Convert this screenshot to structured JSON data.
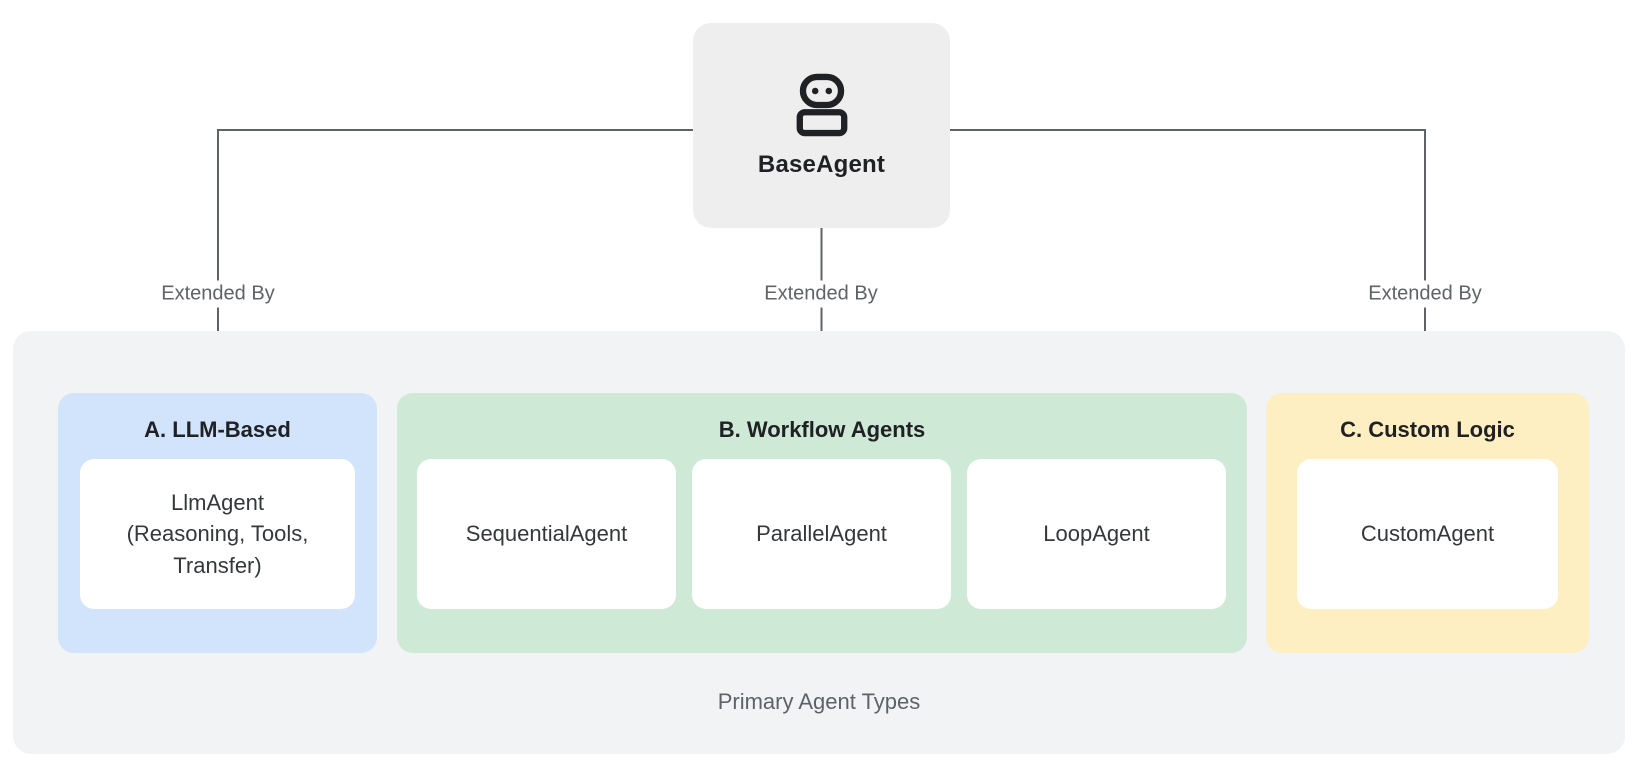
{
  "diagram": {
    "root": {
      "label": "BaseAgent",
      "icon": "robot-icon"
    },
    "edges": [
      {
        "label": "Extended By",
        "target": "A. LLM-Based"
      },
      {
        "label": "Extended By",
        "target": "B. Workflow Agents"
      },
      {
        "label": "Extended By",
        "target": "C. Custom Logic"
      }
    ],
    "container": {
      "caption": "Primary Agent Types",
      "groups": [
        {
          "title": "A. LLM-Based",
          "color": "#d2e3fc",
          "items": [
            "LlmAgent\n(Reasoning, Tools,\nTransfer)"
          ]
        },
        {
          "title": "B. Workflow Agents",
          "color": "#ceead6",
          "items": [
            "SequentialAgent",
            "ParallelAgent",
            "LoopAgent"
          ]
        },
        {
          "title": "C. Custom Logic",
          "color": "#feefc3",
          "items": [
            "CustomAgent"
          ]
        }
      ]
    },
    "colors": {
      "root_box_bg": "#eeeeee",
      "container_bg": "#f1f3f4",
      "card_bg": "#ffffff",
      "connector": "#5f6368",
      "heading_text": "#202124",
      "muted_text": "#5f6368",
      "icon": "#202124"
    }
  }
}
